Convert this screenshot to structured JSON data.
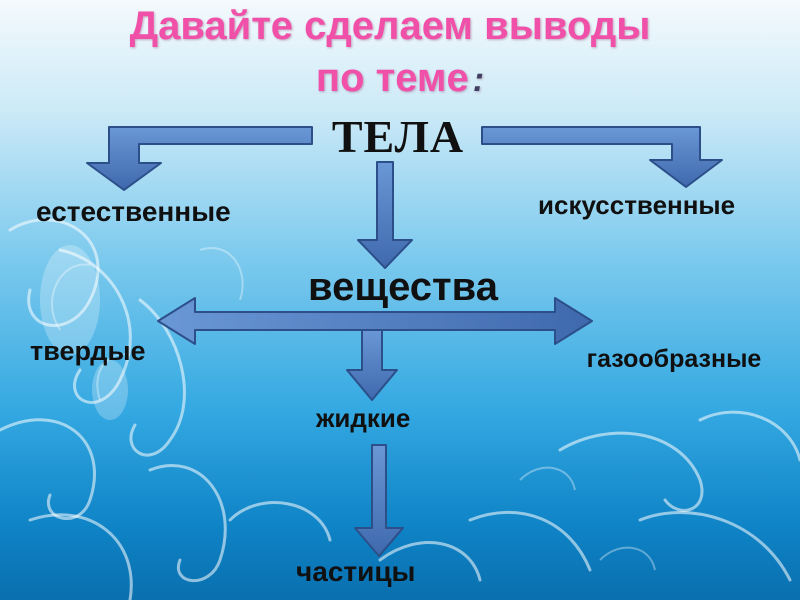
{
  "title": {
    "line1": "Давайте сделаем выводы",
    "line2": "по теме",
    "colon": ":"
  },
  "diagram": {
    "root": "ТЕЛА",
    "left_branch": "естественные",
    "right_branch": "искусственные",
    "middle": "вещества",
    "states": {
      "left": "твердые",
      "bottom": "жидкие",
      "right": "газообразные"
    },
    "final": "частицы"
  },
  "colors": {
    "title": "#f050a8",
    "arrow_fill": "#4f7dc3",
    "arrow_stroke": "#2c4f8a",
    "text": "#101010"
  }
}
